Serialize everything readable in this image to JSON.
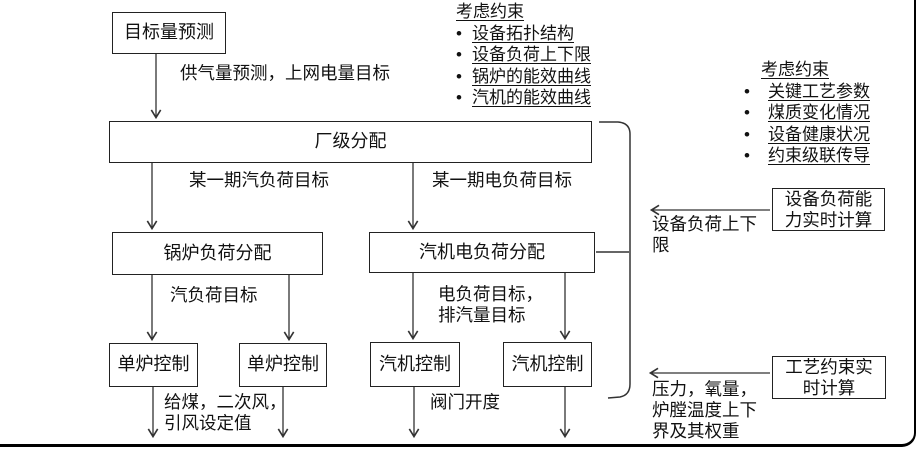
{
  "ui": {
    "bullet": "•"
  },
  "boxes": {
    "target_forecast": "目标量预测",
    "plant_allocation": "厂级分配",
    "boiler_load_allocation": "锅炉负荷分配",
    "turbine_load_allocation": "汽机电负荷分配",
    "boiler_control_1": "单炉控制",
    "boiler_control_2": "单炉控制",
    "turbine_control_1": "汽机控制",
    "turbine_control_2": "汽机控制",
    "device_capacity_calc": "设备负荷能\n力实时计算",
    "process_constraint_calc": "工艺约束实\n时计算"
  },
  "edge_labels": {
    "gas_forecast": "供气量预测，上网电量目标",
    "steam_period_target": "某一期汽负荷目标",
    "electric_period_target": "某一期电负荷目标",
    "steam_load_target": "汽负荷目标",
    "electric_load_target": "电负荷目标，\n排汽量目标",
    "coal_feed_setpoints": "给煤，二次风，\n引风设定值",
    "valve_opening": "阀门开度",
    "device_load_limits": "设备负荷上下\n限",
    "pressure_oxygen_weights": "压力，氧量，\n炉膛温度上下\n界及其权重"
  },
  "constraint_lists": [
    {
      "title": "考虑约束",
      "items": [
        "设备拓扑结构",
        "设备负荷上下限",
        "锅炉的能效曲线",
        "汽机的能效曲线"
      ]
    },
    {
      "title": "考虑约束",
      "items": [
        "关键工艺参数",
        "煤质变化情况",
        "设备健康状况",
        "约束级联传导"
      ]
    }
  ]
}
